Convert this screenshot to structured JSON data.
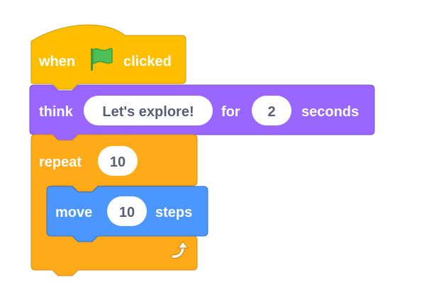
{
  "colors": {
    "events": "#ffbf00",
    "events_stroke": "#cc9900",
    "looks": "#9966ff",
    "looks_stroke": "#774dcb",
    "control": "#ffab19",
    "control_stroke": "#cf8b17",
    "motion": "#4c97ff",
    "motion_stroke": "#3373cc",
    "input_text": "#575e75",
    "flag_green": "#4cbf56",
    "flag_green_dark": "#45993d"
  },
  "blocks": {
    "when_flag": {
      "label_when": "when",
      "icon": "green-flag-icon",
      "label_clicked": "clicked"
    },
    "think": {
      "label_think": "think",
      "message": "Let's explore!",
      "label_for": "for",
      "secs": "2",
      "label_seconds": "seconds"
    },
    "repeat": {
      "label_repeat": "repeat",
      "times": "10",
      "loop_icon": "loop-arrow-icon"
    },
    "move": {
      "label_move": "move",
      "steps": "10",
      "label_steps": "steps"
    }
  }
}
